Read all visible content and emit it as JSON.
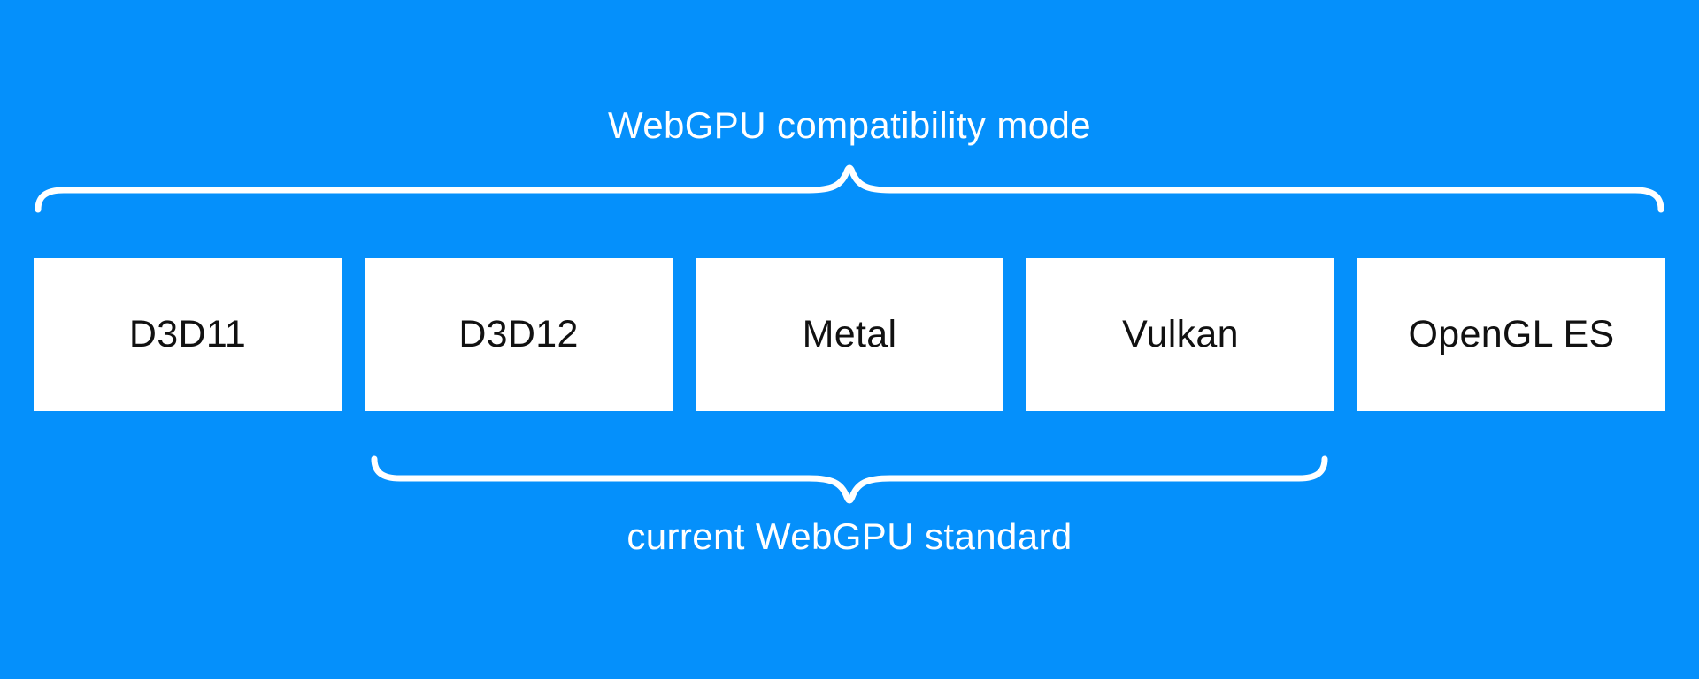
{
  "colors": {
    "background": "#0590fb",
    "brace": "#ffffff",
    "box_background": "#ffffff",
    "box_text": "#111111",
    "label_text": "#ffffff"
  },
  "top_group": {
    "label": "WebGPU compatibility mode"
  },
  "bottom_group": {
    "label": "current WebGPU standard"
  },
  "boxes": [
    {
      "label": "D3D11"
    },
    {
      "label": "D3D12"
    },
    {
      "label": "Metal"
    },
    {
      "label": "Vulkan"
    },
    {
      "label": "OpenGL ES"
    }
  ]
}
